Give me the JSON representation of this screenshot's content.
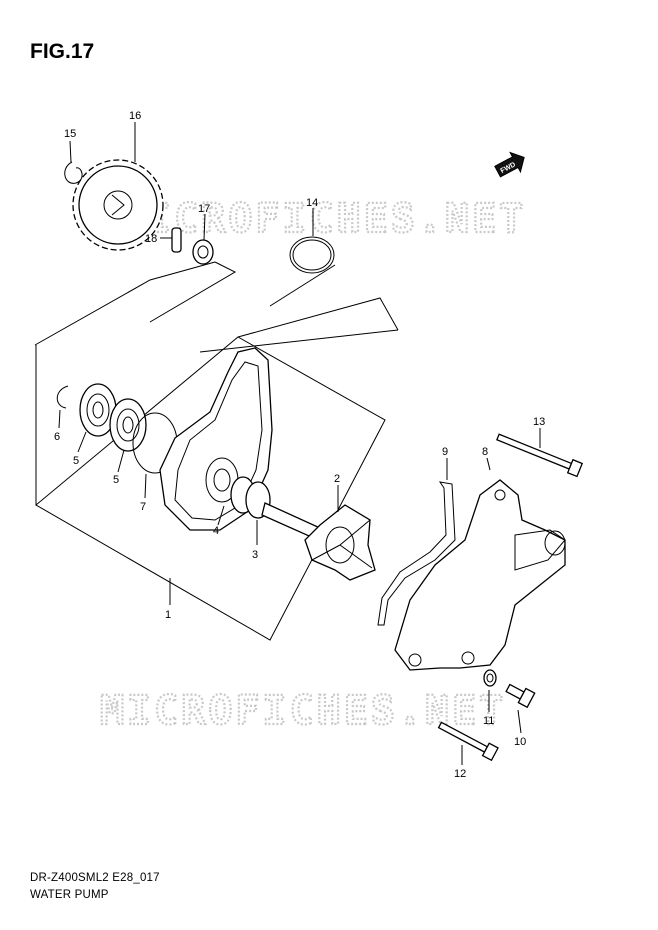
{
  "figure": {
    "title": "FIG.17",
    "code": "DR-Z400SML2 E28_017",
    "name": "WATER PUMP"
  },
  "watermark": {
    "text": "MICROFICHES.NET"
  },
  "direction_marker": {
    "text": "FWD"
  },
  "callouts": [
    "1",
    "2",
    "3",
    "4",
    "5",
    "5",
    "6",
    "7",
    "8",
    "9",
    "10",
    "11",
    "12",
    "13",
    "14",
    "15",
    "16",
    "17",
    "18"
  ]
}
